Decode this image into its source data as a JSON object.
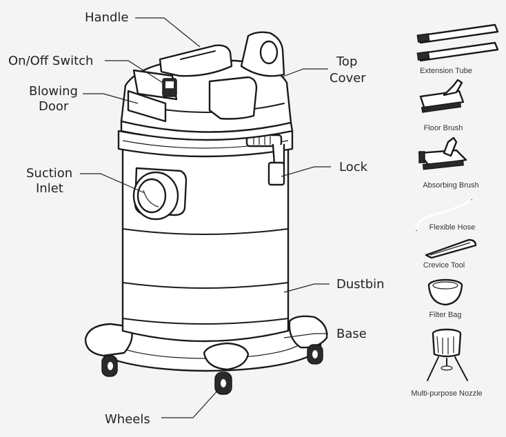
{
  "labels": {
    "handle": "Handle",
    "switch": "On/Off Switch",
    "blowing_1": "Blowing",
    "blowing_2": "Door",
    "top_1": "Top",
    "top_2": "Cover",
    "suction_1": "Suction",
    "suction_2": "Inlet",
    "lock": "Lock",
    "dustbin": "Dustbin",
    "base": "Base",
    "wheels": "Wheels"
  },
  "accessories": [
    {
      "name": "Extension Tube",
      "icon": "extension-tube-icon"
    },
    {
      "name": "Floor Brush",
      "icon": "floor-brush-icon"
    },
    {
      "name": "Absorbing Brush",
      "icon": "absorbing-brush-icon"
    },
    {
      "name": "Flexible Hose",
      "icon": "flexible-hose-icon"
    },
    {
      "name": "Crevice Tool",
      "icon": "crevice-tool-icon"
    },
    {
      "name": "Filter Bag",
      "icon": "filter-bag-icon"
    },
    {
      "name": "Multi-purpose Nozzle",
      "icon": "multi-purpose-nozzle-icon"
    }
  ],
  "colors": {
    "background": "#f4f4f4",
    "line": "#1a1a1a"
  }
}
